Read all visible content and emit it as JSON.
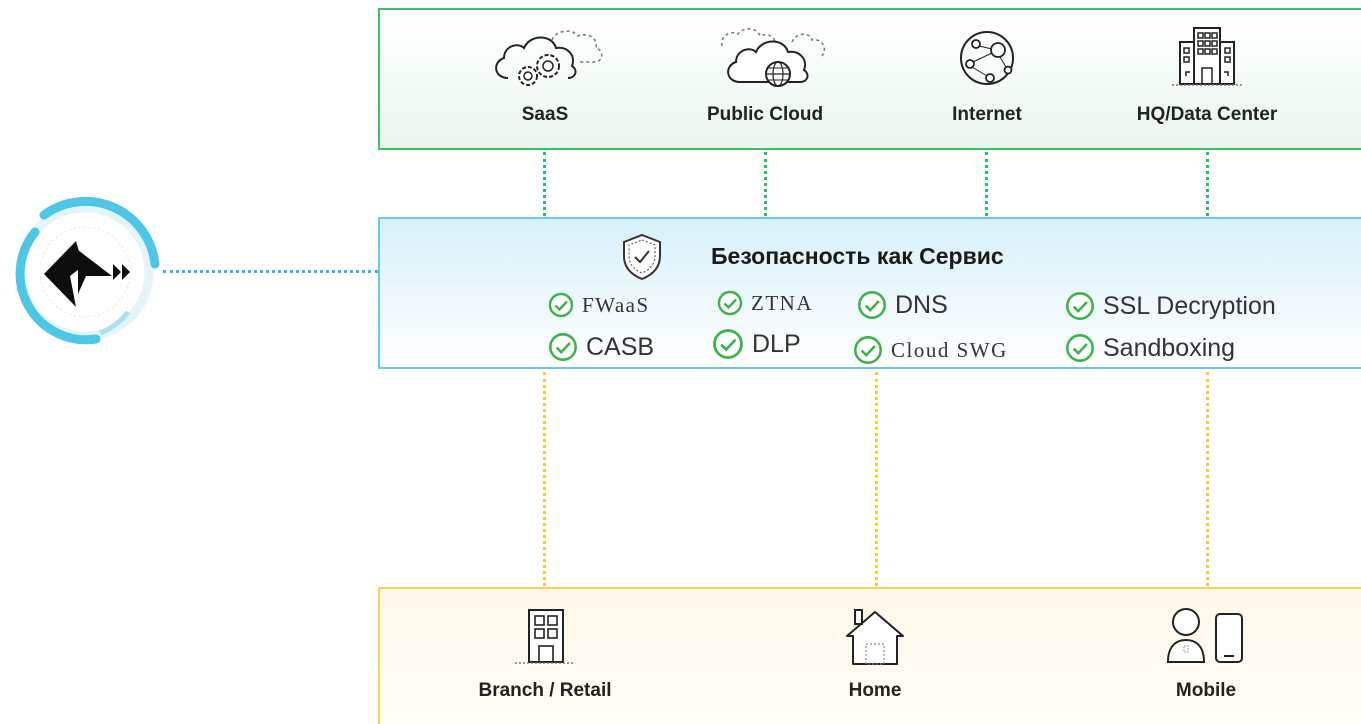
{
  "destinations": [
    {
      "label": "SaaS",
      "icon": "cloud-gears-icon"
    },
    {
      "label": "Public Cloud",
      "icon": "cloud-globe-icon"
    },
    {
      "label": "Internet",
      "icon": "network-globe-icon"
    },
    {
      "label": "HQ/Data Center",
      "icon": "office-building-icon"
    }
  ],
  "service": {
    "title": "Безопасность как Сервис",
    "icon": "shield-check-icon",
    "features": [
      "FWaaS",
      "ZTNA",
      "DNS",
      "SSL Decryption",
      "CASB",
      "DLP",
      "Cloud SWG",
      "Sandboxing"
    ]
  },
  "sources": [
    {
      "label": "Branch / Retail",
      "icon": "branch-building-icon"
    },
    {
      "label": "Home",
      "icon": "house-icon"
    },
    {
      "label": "Mobile",
      "icon": "user-phone-icon"
    }
  ],
  "logo": {
    "icon": "brand-logo-icon"
  },
  "colors": {
    "top_border": "#3cc06a",
    "mid_border": "#6cc8ea",
    "bottom_border": "#f2d75a",
    "check": "#3cb34a",
    "upper_lines": "#1fc272",
    "lower_lines": "#f0cf3a",
    "logo_line": "#3cb4d8"
  }
}
